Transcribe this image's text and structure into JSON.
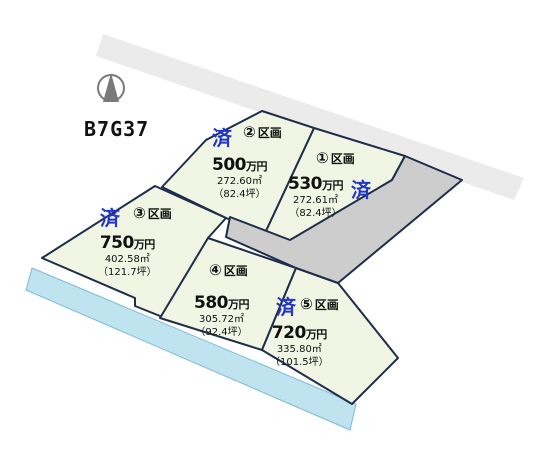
{
  "map_code": "B7G37",
  "sold_mark": "済",
  "colors": {
    "lot_fill": "#f1f5e4",
    "lot_border": "#1f2d4a",
    "road_private": "#cdcdcd",
    "road_public": "#ebebeb",
    "waterway": "#bfe3ef",
    "north_arrow": "#7a7a7a"
  },
  "lots": [
    {
      "id": "1",
      "label": "区画",
      "price": "530",
      "price_unit": "万円",
      "area_sqm": "272.61㎡",
      "area_tsubo": "（82.4坪）",
      "sold": true
    },
    {
      "id": "2",
      "label": "区画",
      "price": "500",
      "price_unit": "万円",
      "area_sqm": "272.60㎡",
      "area_tsubo": "（82.4坪）",
      "sold": true
    },
    {
      "id": "3",
      "label": "区画",
      "price": "750",
      "price_unit": "万円",
      "area_sqm": "402.58㎡",
      "area_tsubo": "（121.7坪）",
      "sold": true
    },
    {
      "id": "4",
      "label": "区画",
      "price": "580",
      "price_unit": "万円",
      "area_sqm": "305.72㎡",
      "area_tsubo": "（92.4坪）",
      "sold": false
    },
    {
      "id": "5",
      "label": "区画",
      "price": "720",
      "price_unit": "万円",
      "area_sqm": "335.80㎡",
      "area_tsubo": "（101.5坪）",
      "sold": true
    }
  ]
}
